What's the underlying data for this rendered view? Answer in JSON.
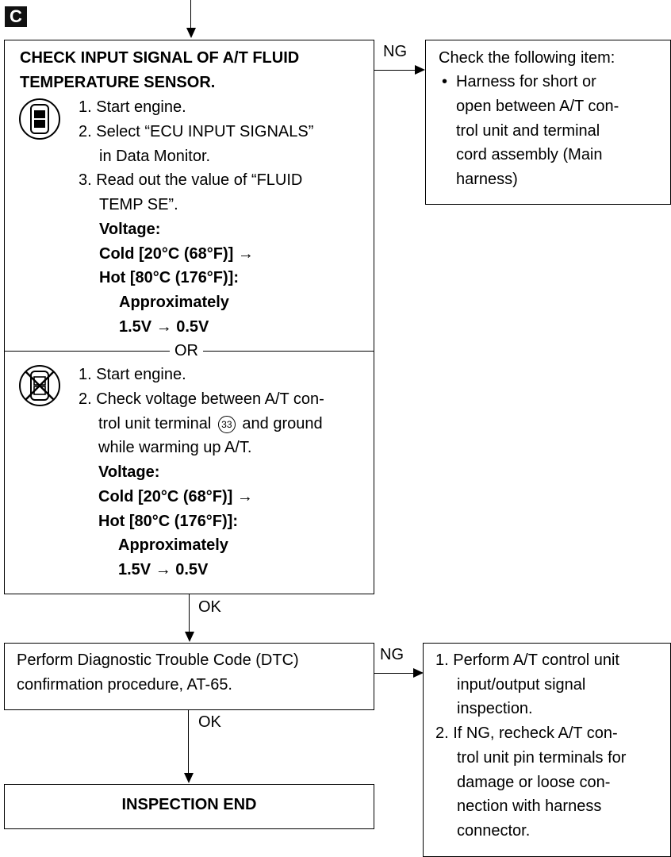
{
  "section_label": "C",
  "check_box": {
    "title_line1": "CHECK INPUT SIGNAL OF A/T FLUID",
    "title_line2": "TEMPERATURE SENSOR.",
    "consult_steps": [
      "1. Start engine.",
      "2. Select “ECU INPUT SIGNALS”",
      "in Data Monitor.",
      "3. Read out the value of “FLUID",
      "TEMP SE”."
    ],
    "consult_spec": {
      "voltage": "Voltage:",
      "cold": "Cold [20°C (68°F)] →",
      "hot": "Hot [80°C (176°F)]:",
      "approx": "Approximately",
      "value": "1.5V → 0.5V"
    },
    "or_label": "OR",
    "manual_steps": [
      "1. Start engine.",
      "2. Check voltage between A/T con-",
      "trol unit terminal",
      "and ground",
      "while warming up A/T."
    ],
    "terminal_number": "33",
    "manual_spec": {
      "voltage": "Voltage:",
      "cold": "Cold [20°C (68°F)] →",
      "hot": "Hot [80°C (176°F)]:",
      "approx": "Approximately",
      "value": "1.5V → 0.5V"
    }
  },
  "ng_box1": {
    "label": "NG",
    "lines": [
      "Check the following item:",
      "Harness for short or",
      "open between A/T con-",
      "trol unit and terminal",
      "cord assembly (Main",
      "harness)"
    ]
  },
  "ok_label1": "OK",
  "dtc_box": {
    "line1": "Perform Diagnostic Trouble Code (DTC)",
    "line2": "confirmation procedure, AT-65."
  },
  "ng_box2": {
    "label": "NG",
    "lines": [
      "1. Perform A/T control unit",
      "input/output signal",
      "inspection.",
      "2. If NG, recheck A/T con-",
      "trol unit pin terminals for",
      "damage or loose con-",
      "nection with harness",
      "connector."
    ]
  },
  "ok_label2": "OK",
  "end_box": {
    "label": "INSPECTION END"
  }
}
